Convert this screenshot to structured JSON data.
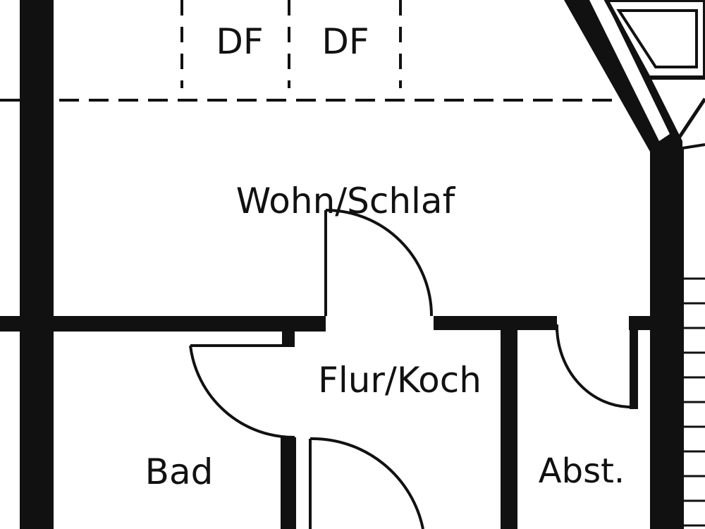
{
  "labels": {
    "df_left": "DF",
    "df_right": "DF",
    "wohn_schlaf": "Wohn/Schlaf",
    "flur_koch": "Flur/Koch",
    "bad": "Bad",
    "abst": "Abst."
  },
  "colors": {
    "ink": "#111111",
    "paper": "#ffffff"
  }
}
